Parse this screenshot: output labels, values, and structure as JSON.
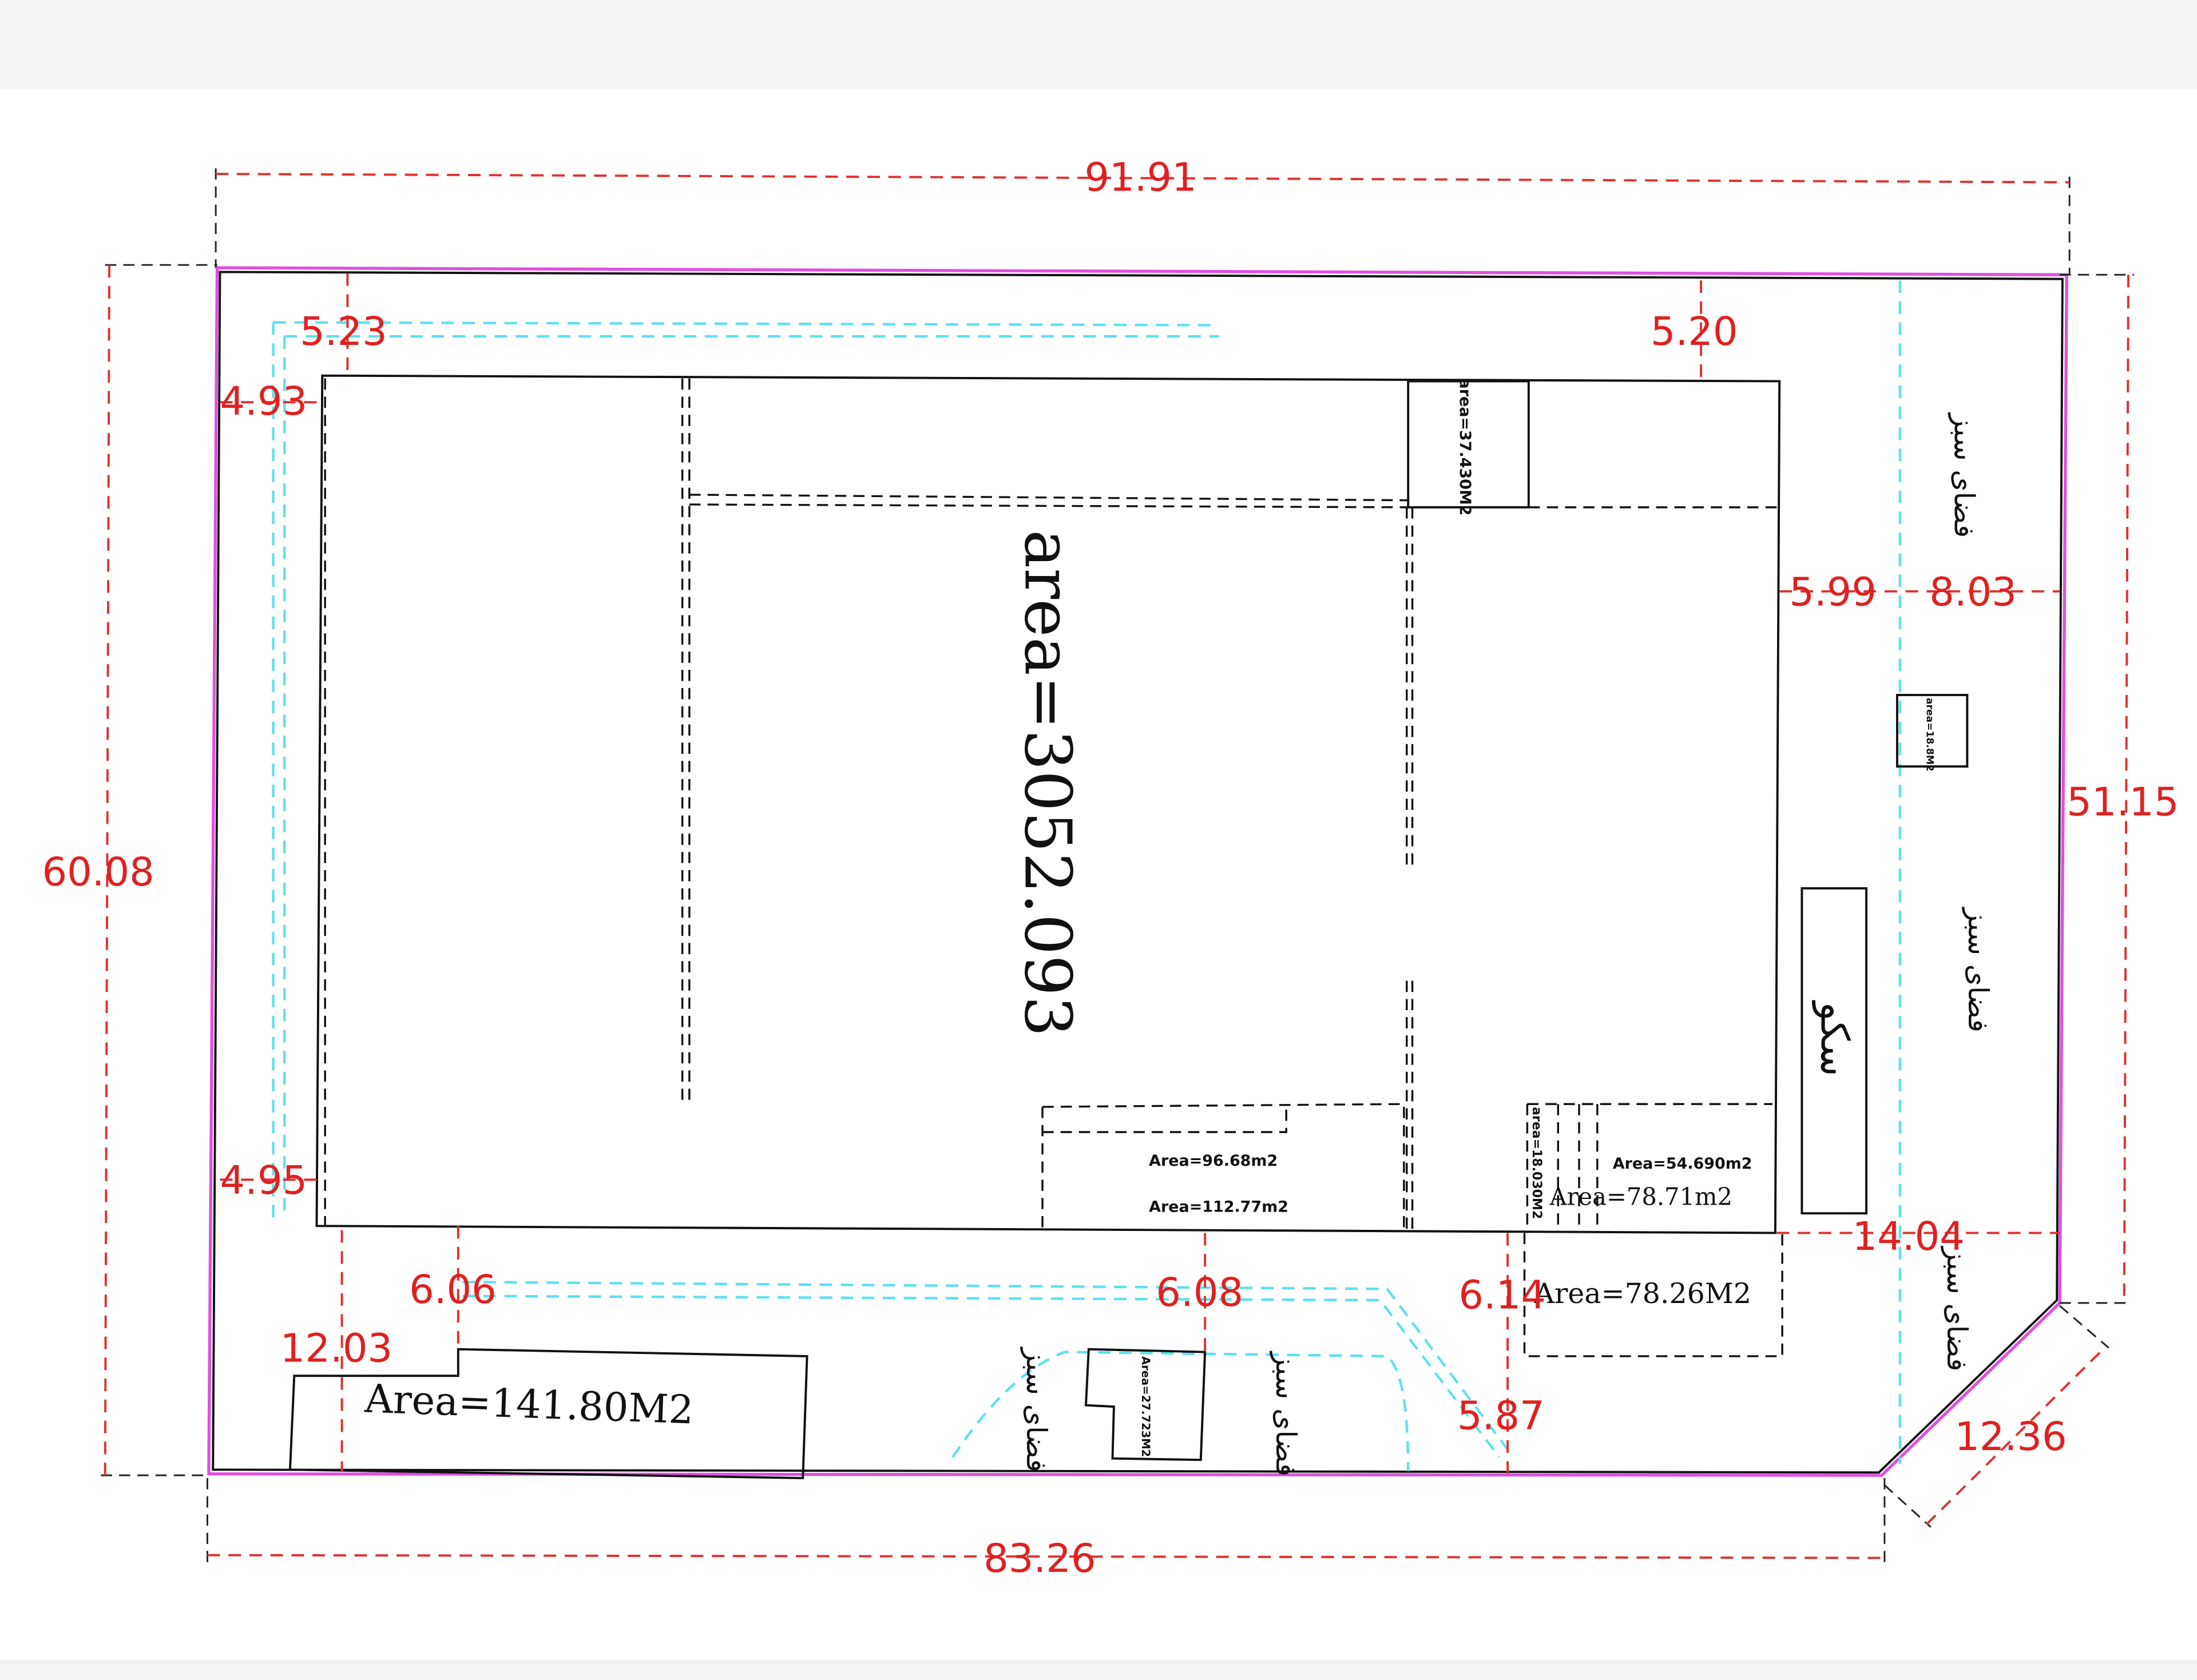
{
  "drawing": {
    "dimensions": {
      "top_width": "91.91",
      "left_height": "60.08",
      "right_height": "51.15",
      "bottom_width": "83.26",
      "chamfer": "12.36",
      "setback_top_left": "5.23",
      "setback_top_right": "5.20",
      "setback_left_top": "4.93",
      "setback_left_bottom": "4.95",
      "setback_right_a": "5.99",
      "setback_right_b": "8.03",
      "setback_right_c": "14.04",
      "bottom_a": "6.06",
      "bottom_b": "12.03",
      "bottom_c": "6.08",
      "bottom_d": "6.14",
      "bottom_e": "5.87"
    },
    "areas": {
      "main": "area=3052.093",
      "top_right_room": "area=37.430M2",
      "small_box": "area=18.8M2",
      "room_a": "Area=96.68m2",
      "room_b": "Area=112.77m2",
      "room_c": "area=18.030M2",
      "room_d": "Area=54.690m2",
      "room_e": "Area=78.71m2",
      "room_f": "Area=78.26M2",
      "bottom_left": "Area=141.80M2",
      "bottom_mid": "Area=27.723M2"
    },
    "labels": {
      "green_space": "فضای سبز",
      "platform": "سکو"
    },
    "colors": {
      "dimension": "#e02020",
      "boundary": "#e050e0",
      "setback": "#5fe0ee",
      "lines": "#111111"
    }
  }
}
